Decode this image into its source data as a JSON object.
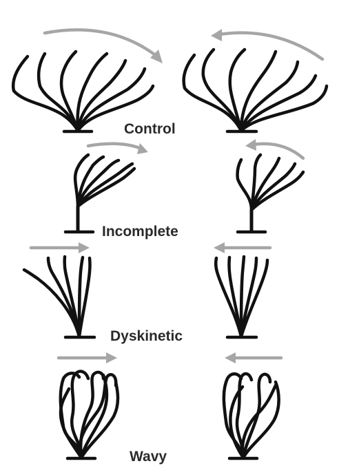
{
  "colors": {
    "cilium": "#111111",
    "arrow": "#a6a6a6",
    "label": "#2a2a2a",
    "background": "#ffffff"
  },
  "panels": [
    {
      "label": "Control"
    },
    {
      "label": "Incomplete"
    },
    {
      "label": "Dyskinetic"
    },
    {
      "label": "Wavy"
    }
  ]
}
